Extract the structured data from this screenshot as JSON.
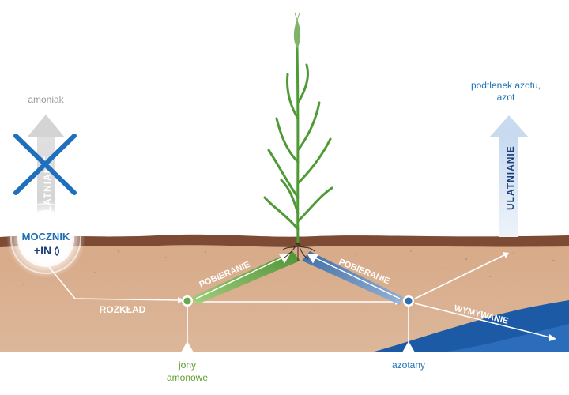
{
  "labels": {
    "amoniak": "amoniak",
    "ulatnianie_left": "ULATNIANIE",
    "mocznik": "MOCZNIK",
    "in_badge": "+IN",
    "rozklad": "ROZKŁAD",
    "pobieranie_left": "POBIERANIE",
    "pobieranie_right": "POBIERANIE",
    "jony_line1": "jony",
    "jony_line2": "amonowe",
    "azotany": "azotany",
    "podtlenek_line1": "podtlenek azotu,",
    "podtlenek_line2": "azot",
    "ulatnianie_right": "ULATNIANIE",
    "wymywanie": "WYMYWANIE"
  },
  "colors": {
    "soil": "#d9b08e",
    "soil_dark": "#7a4a33",
    "water": "#1d5aa6",
    "accent_blue": "#1d6fb5",
    "accent_green": "#5aa83a",
    "text_blue": "#1d71b8",
    "text_green": "#5d9e2b",
    "x_mark": "#1f6fbd"
  }
}
